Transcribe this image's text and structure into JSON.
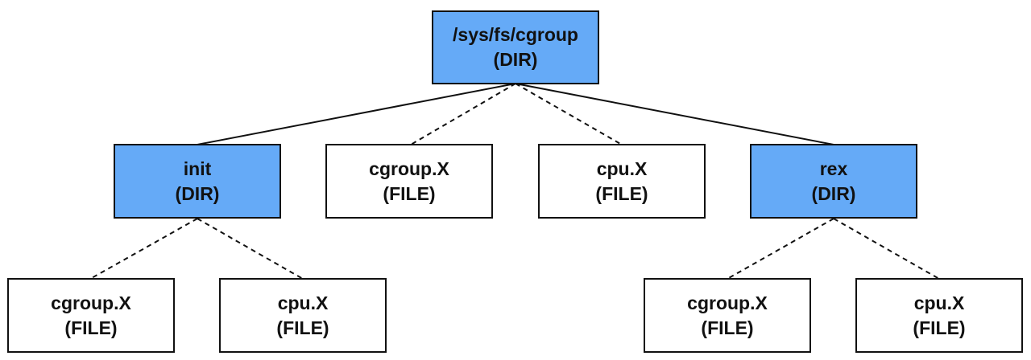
{
  "colors": {
    "dir_fill": "#65aaf7",
    "file_fill": "#ffffff",
    "border": "#111111",
    "edge": "#111111"
  },
  "nodes": {
    "root": {
      "name": "/sys/fs/cgroup",
      "kind": "(DIR)"
    },
    "init": {
      "name": "init",
      "kind": "(DIR)"
    },
    "root_cgroup": {
      "name": "cgroup.X",
      "kind": "(FILE)"
    },
    "root_cpu": {
      "name": "cpu.X",
      "kind": "(FILE)"
    },
    "rex": {
      "name": "rex",
      "kind": "(DIR)"
    },
    "init_cgroup": {
      "name": "cgroup.X",
      "kind": "(FILE)"
    },
    "init_cpu": {
      "name": "cpu.X",
      "kind": "(FILE)"
    },
    "rex_cgroup": {
      "name": "cgroup.X",
      "kind": "(FILE)"
    },
    "rex_cpu": {
      "name": "cpu.X",
      "kind": "(FILE)"
    }
  },
  "edges": [
    {
      "from": "root",
      "to": "init",
      "style": "solid"
    },
    {
      "from": "root",
      "to": "root_cgroup",
      "style": "dashed"
    },
    {
      "from": "root",
      "to": "root_cpu",
      "style": "dashed"
    },
    {
      "from": "root",
      "to": "rex",
      "style": "solid"
    },
    {
      "from": "init",
      "to": "init_cgroup",
      "style": "dashed"
    },
    {
      "from": "init",
      "to": "init_cpu",
      "style": "dashed"
    },
    {
      "from": "rex",
      "to": "rex_cgroup",
      "style": "dashed"
    },
    {
      "from": "rex",
      "to": "rex_cpu",
      "style": "dashed"
    }
  ]
}
